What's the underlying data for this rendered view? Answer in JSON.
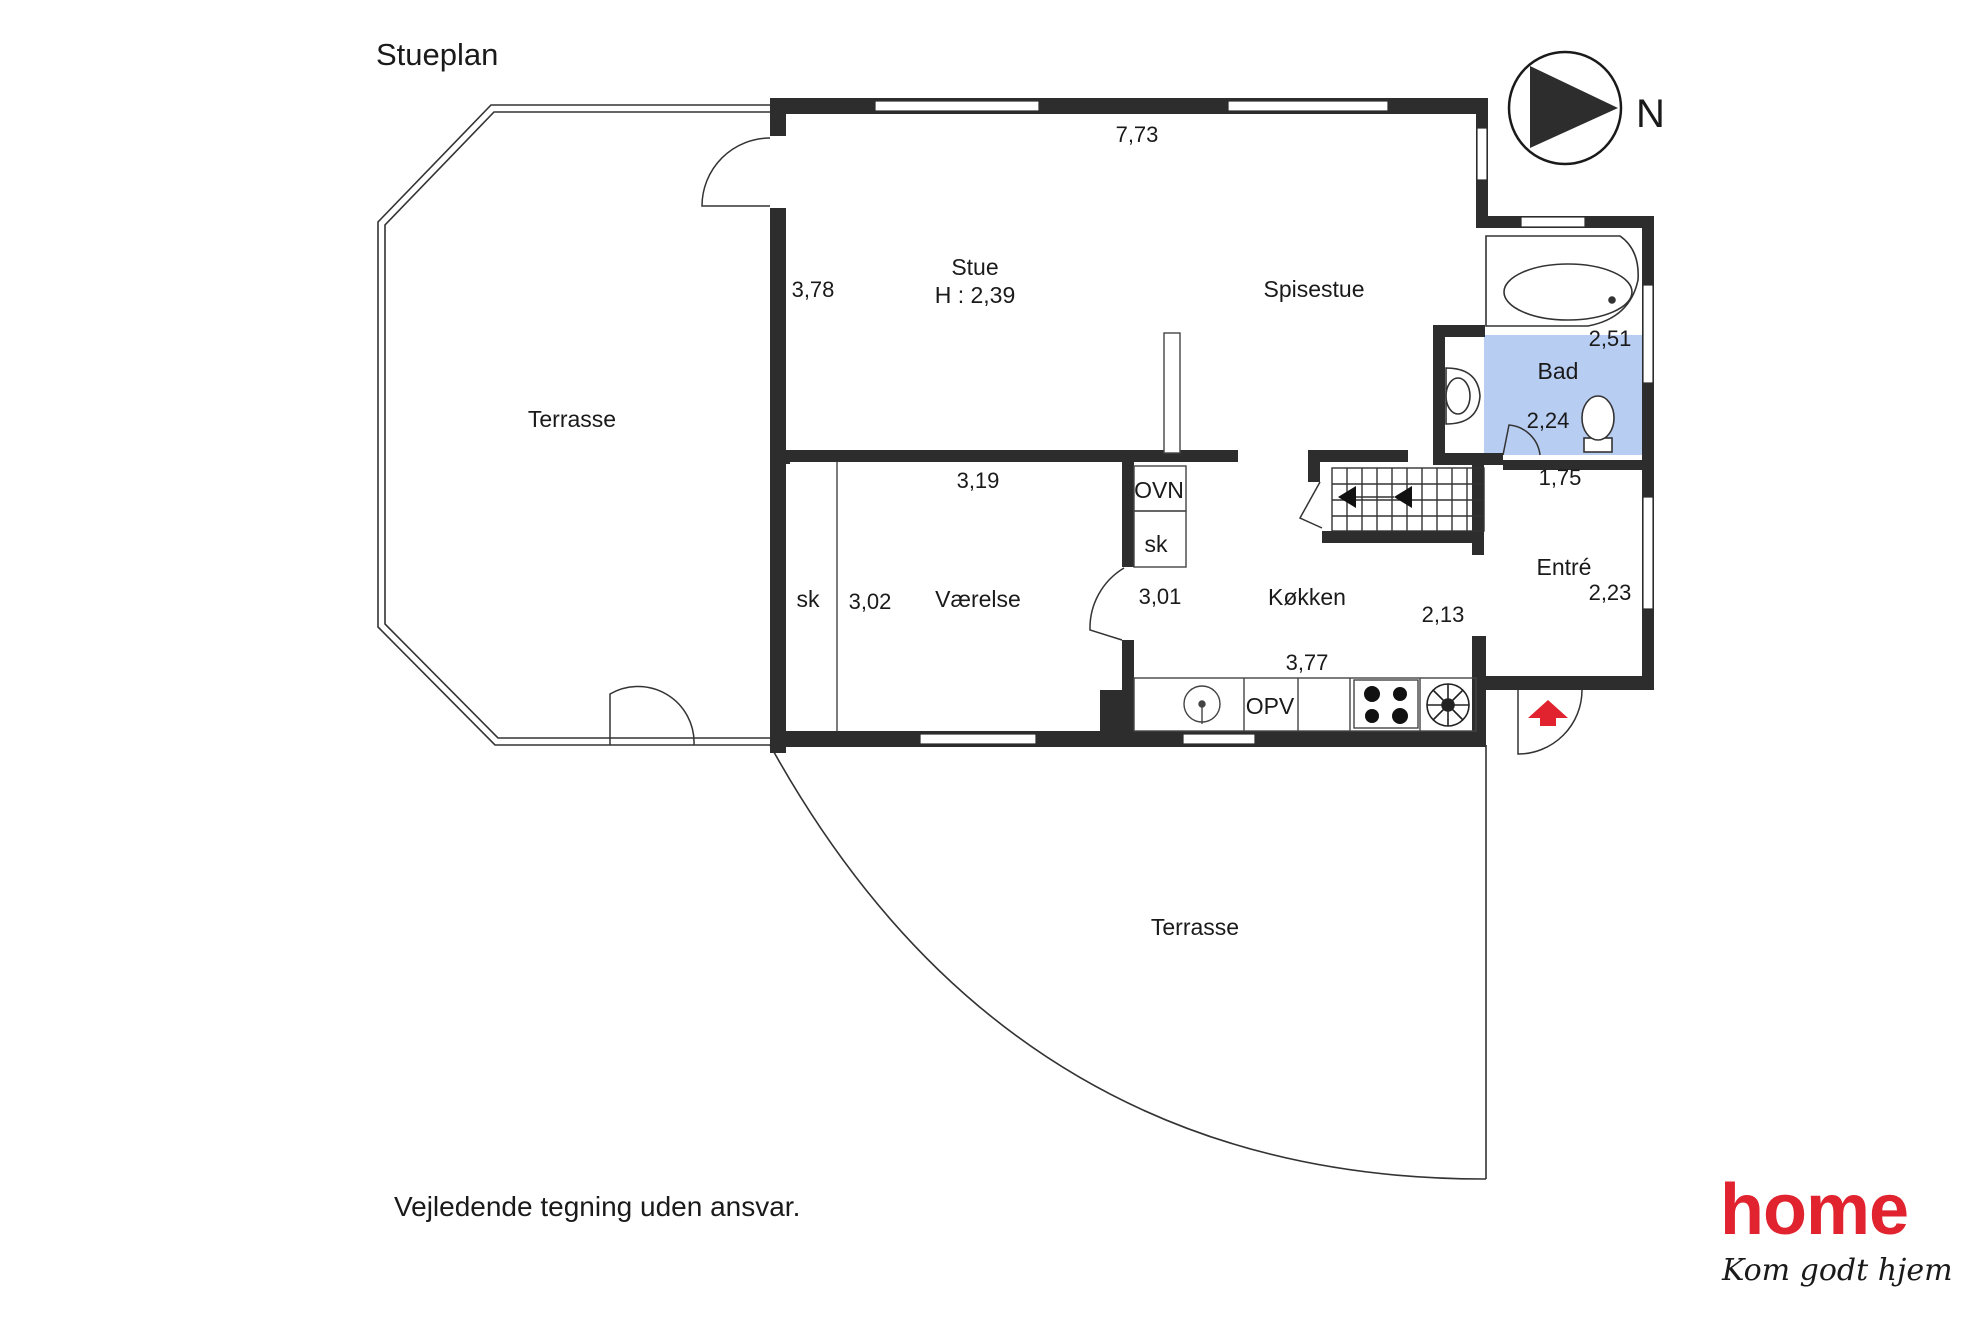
{
  "title": "Stueplan",
  "disclaimer": "Vejledende tegning uden ansvar.",
  "compass": {
    "label": "N"
  },
  "rooms": {
    "stue": "Stue",
    "stue_height": "H : 2,39",
    "spisestue": "Spisestue",
    "bad": "Bad",
    "entre": "Entré",
    "koekken": "Køkken",
    "vaerelse": "Værelse",
    "terrasse_west": "Terrasse",
    "terrasse_south": "Terrasse"
  },
  "fixtures": {
    "ovn": "OVN",
    "skab_kitchen": "sk",
    "skab_vaerelse": "sk",
    "opv": "OPV"
  },
  "dimensions": {
    "stue_width": "7,73",
    "stue_depth": "3,78",
    "vaerelse_width": "3,19",
    "vaerelse_depth": "3,02",
    "koekken_depth": "3,01",
    "koekken_width": "3,77",
    "bad_depth": "2,51",
    "bad_width": "2,24",
    "entre_width": "1,75",
    "entre_depth": "2,23",
    "hall_width": "2,13"
  },
  "logo": {
    "word": "home",
    "tagline": "Kom godt hjem"
  },
  "colors": {
    "wall": "#2d2d2d",
    "bath": "#b8cdf2",
    "entrance_arrow": "#e0232f",
    "logo": "#e0232f"
  }
}
